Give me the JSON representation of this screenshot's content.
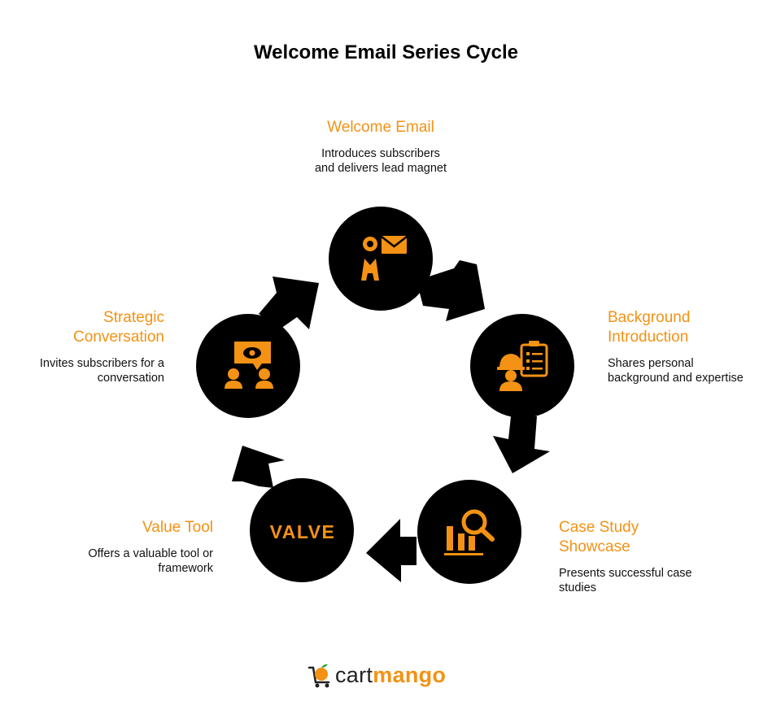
{
  "title": "Welcome Email Series Cycle",
  "colors": {
    "accent": "#f39214",
    "node": "#000000",
    "text": "#111111"
  },
  "stages": [
    {
      "label": "Welcome Email",
      "description": [
        "Introduces subscribers",
        "and delivers lead magnet"
      ],
      "icon": "person-mail-icon"
    },
    {
      "label": [
        "Background",
        "Introduction"
      ],
      "description": [
        "Shares personal",
        "background and expertise"
      ],
      "icon": "worker-checklist-icon"
    },
    {
      "label": [
        "Case Study",
        "Showcase"
      ],
      "description": [
        "Presents successful case",
        "studies"
      ],
      "icon": "chart-magnifier-icon"
    },
    {
      "label": "Value Tool",
      "description": [
        "Offers a valuable tool or",
        "framework"
      ],
      "icon": "value-text-icon",
      "icon_text": "VALVE"
    },
    {
      "label": [
        "Strategic",
        "Conversation"
      ],
      "description": [
        "Invites subscribers for a",
        "conversation"
      ],
      "icon": "chat-eye-people-icon"
    }
  ],
  "logo": {
    "part1": "cart",
    "part2": "mango",
    "icon": "mango-cart-icon"
  }
}
